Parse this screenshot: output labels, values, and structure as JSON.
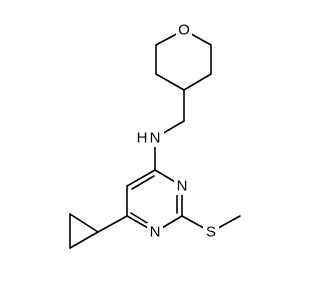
{
  "molecule": {
    "atoms": {
      "oxygen": "O",
      "amine_nitrogen": "N",
      "amine_hydrogen": "H",
      "ring_nitrogen_top": "N",
      "ring_nitrogen_bottom": "N",
      "sulfur": "S"
    },
    "colors": {
      "bond": "#000000",
      "label": "#000000",
      "background": "#ffffff"
    }
  }
}
